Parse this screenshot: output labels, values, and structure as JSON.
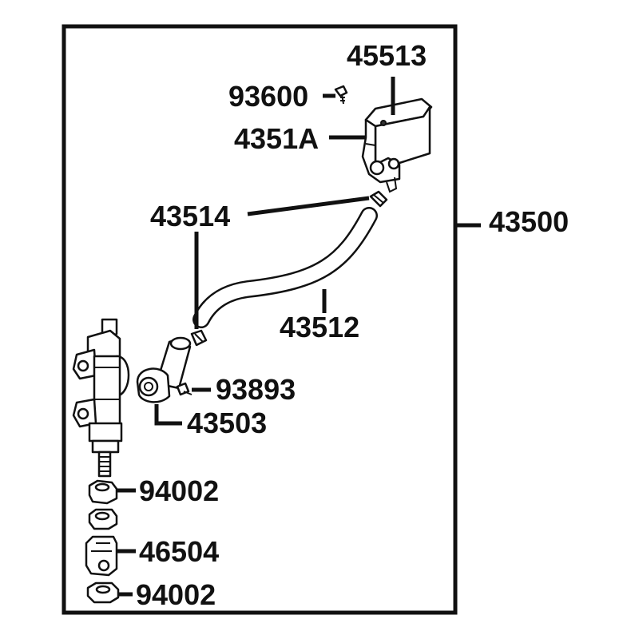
{
  "diagram": {
    "part_labels": {
      "reservoir": "45513",
      "reservoir_screw": "93600",
      "reservoir_bracket": "4351A",
      "hose_clamp": "43514",
      "master_cylinder_assy": "43500",
      "reservoir_hose": "43512",
      "joint_screw": "93893",
      "hose_joint": "43503",
      "nut_upper": "94002",
      "clevis": "46504",
      "nut_lower": "94002"
    }
  }
}
